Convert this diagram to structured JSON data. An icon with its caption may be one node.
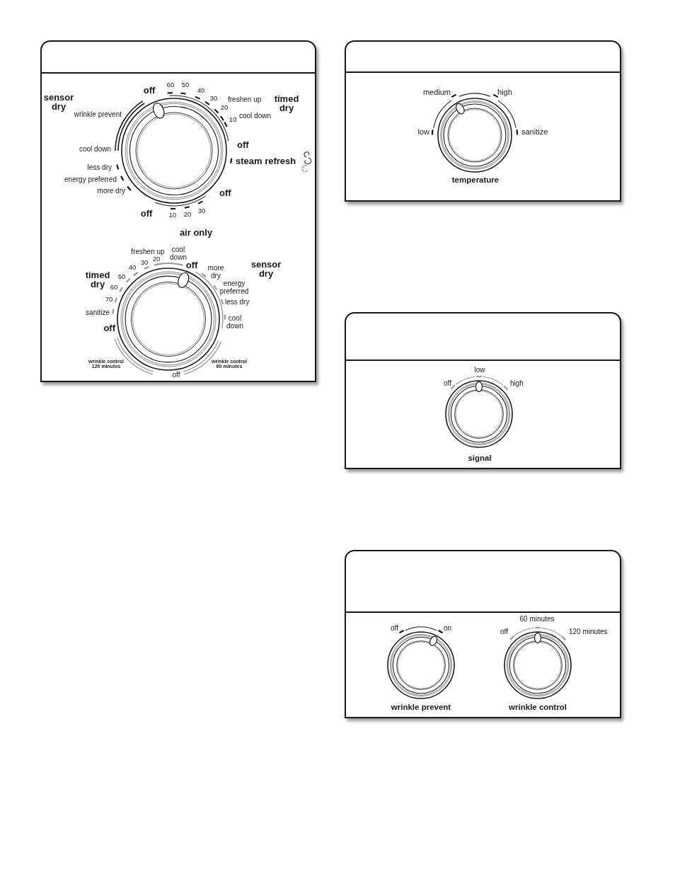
{
  "diagram": {
    "nodes": [
      {
        "text": [],
        "shape": "box"
      },
      {
        "text": [
          "sensor dry",
          "off",
          "60",
          "50",
          "40",
          "30",
          "freshen up",
          "wrinkle prevent",
          "20",
          "10",
          "cool down",
          "timed dry",
          "cool down",
          "off",
          "steam refresh",
          "less dry",
          "energy preferred",
          "more dry",
          "off",
          "off",
          "10",
          "20",
          "30",
          "air only"
        ],
        "in": 0
      },
      {
        "text": [
          "freshen up",
          "30",
          "20",
          "cool down",
          "timed dry",
          "40",
          "off",
          "50",
          "more dry",
          "sensor dry",
          "60",
          "energy preferred",
          "70",
          "less dry",
          "sanitize",
          "off",
          "cool down",
          "wrinkle control 120 minutes",
          "wrinkle control 60 minutes",
          "off"
        ],
        "in": 0
      },
      {
        "text": [],
        "shape": "box"
      },
      {
        "text": [
          "medium",
          "high",
          "low",
          "sanitize",
          "temperature"
        ],
        "in": 3
      },
      {
        "text": [],
        "shape": "box"
      },
      {
        "text": [
          "low",
          "off",
          "high",
          "signal"
        ],
        "in": 5
      },
      {
        "text": [],
        "shape": "box"
      },
      {
        "text": [
          "off",
          "on",
          "wrinkle prevent"
        ],
        "in": 7
      },
      {
        "text": [
          "60 minutes",
          "off",
          "120 minutes",
          "wrinkle control"
        ],
        "in": 7
      }
    ]
  }
}
